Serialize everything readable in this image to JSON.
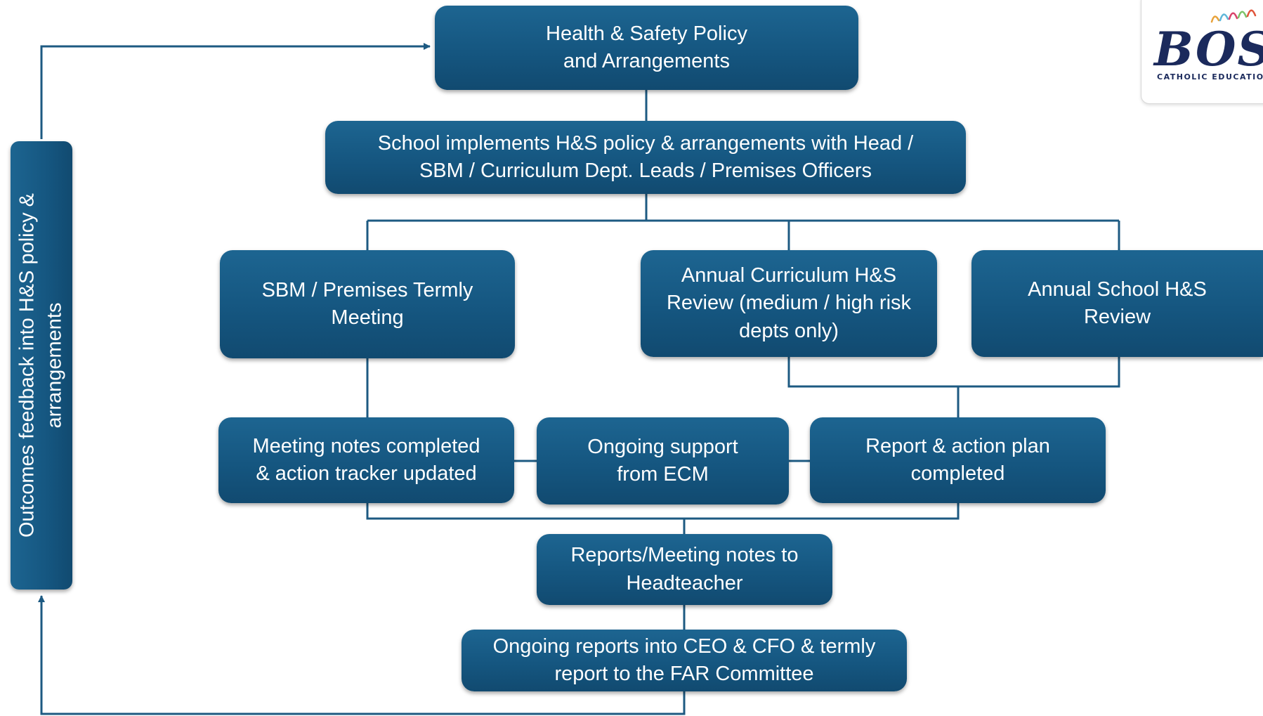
{
  "diagram": {
    "policy_box": [
      "Health & Safety Policy",
      "and Arrangements"
    ],
    "implement_box": [
      "School implements H&S policy & arrangements with Head /",
      "SBM / Curriculum Dept. Leads / Premises Officers"
    ],
    "termly_meeting_box": [
      "SBM / Premises Termly",
      "Meeting"
    ],
    "curriculum_review_box": [
      "Annual Curriculum H&S",
      "Review (medium / high risk",
      "depts only)"
    ],
    "school_review_box": [
      "Annual School H&S",
      "Review"
    ],
    "meeting_notes_box": [
      "Meeting notes completed",
      "& action tracker updated"
    ],
    "ecm_support_box": [
      "Ongoing support",
      "from ECM"
    ],
    "report_plan_box": [
      "Report & action plan",
      "completed"
    ],
    "headteacher_box": [
      "Reports/Meeting notes to",
      "Headteacher"
    ],
    "ceo_cfo_box": [
      "Ongoing reports into CEO & CFO & termly",
      "report to the FAR Committee"
    ],
    "feedback_bar": "Outcomes feedback into H&S policy &\narrangements"
  },
  "logo": {
    "wordmark": "BOSC",
    "subtitle": "CATHOLIC EDUCATION"
  },
  "colors": {
    "box_fill": "#155680",
    "connector": "#1d5a82",
    "logo_text": "#1b2a5c"
  }
}
